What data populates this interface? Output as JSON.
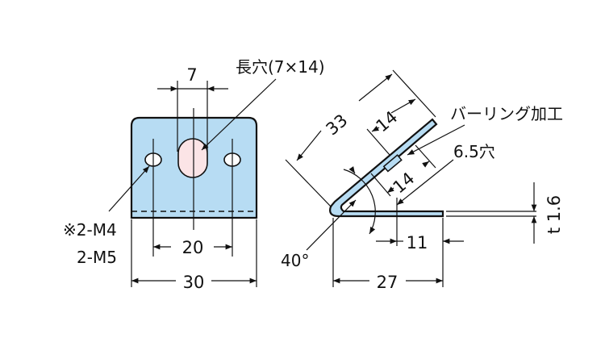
{
  "colors": {
    "part_fill": "#b7dcf3",
    "slot_fill": "#fbe4e6",
    "line": "#111111"
  },
  "front_view": {
    "slot_label": "長穴(7×14)",
    "slot_width_dim": "7",
    "hole_note_1": "※2-M4",
    "hole_note_2": "2-M5",
    "hole_pitch_dim": "20",
    "width_dim": "30"
  },
  "side_view": {
    "arm_length_dim": "33",
    "upper_14_dim": "14",
    "lower_14_dim": "14",
    "burring_label": "バーリング加工",
    "hole_label": "6.5穴",
    "thickness_dim": "t 1.6",
    "offset_dim": "11",
    "base_length_dim": "27",
    "angle_dim": "40°"
  }
}
